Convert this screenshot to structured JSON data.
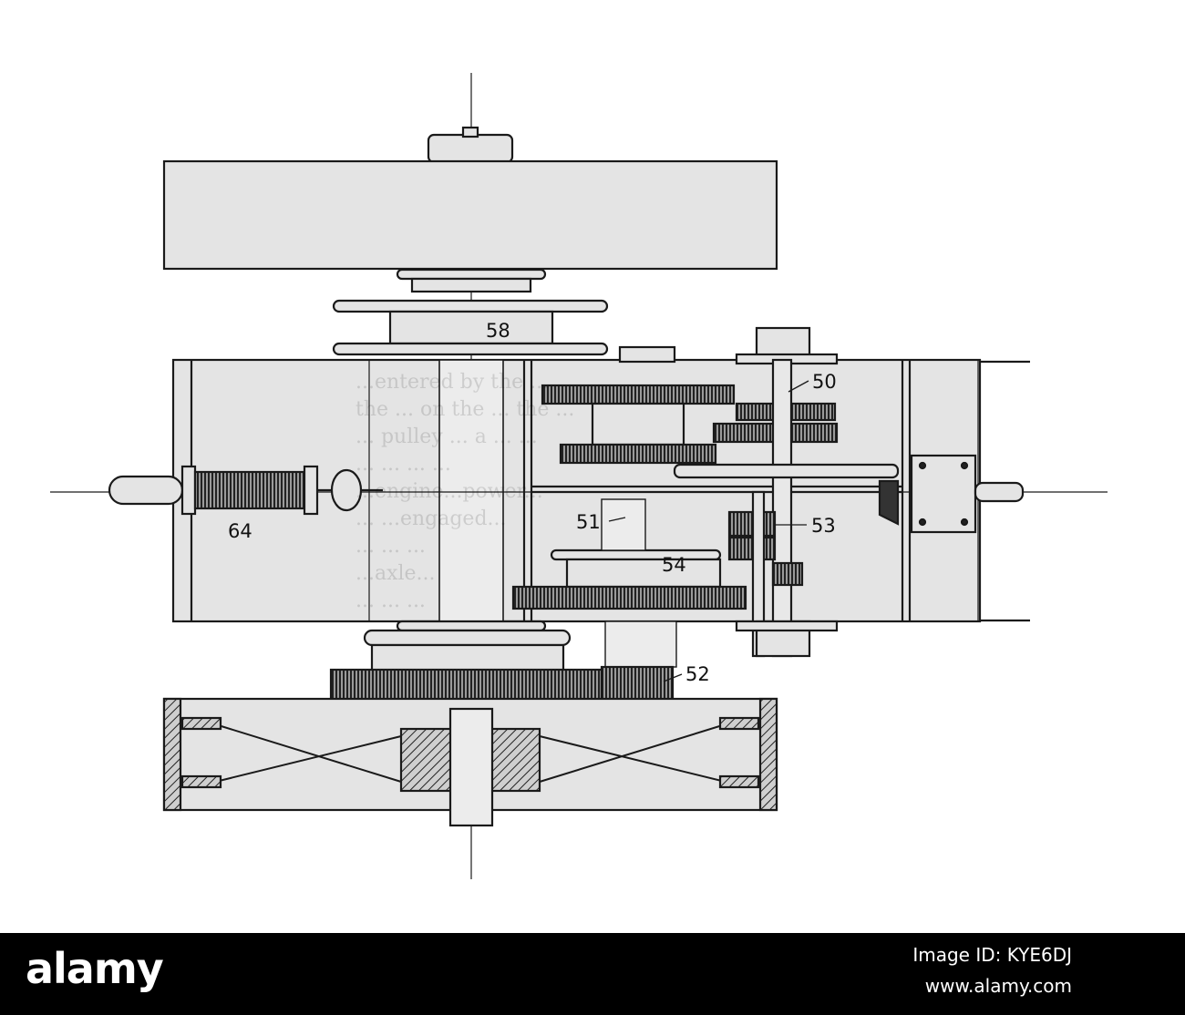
{
  "diagram": {
    "labels": {
      "l58": "58",
      "l50": "50",
      "l64": "64",
      "l51": "51",
      "l53": "53",
      "l54": "54",
      "l52": "52"
    },
    "faint_text": "...entered by the ...\nthe ... on the ... the ...\n... pulley ... a ... ...\n... ... ... ...\n...engine...power...\n... ...engaged...\n... ... ...\n...axle...\n... ... ..."
  },
  "footer": {
    "brand": "alamy",
    "image_id": "Image ID: KYE6DJ",
    "url": "www.alamy.com"
  },
  "colors": {
    "paper": "#ffffff",
    "fill": "#e4e4e4",
    "ink": "#1a1a1a",
    "footer_bg": "#000000"
  }
}
